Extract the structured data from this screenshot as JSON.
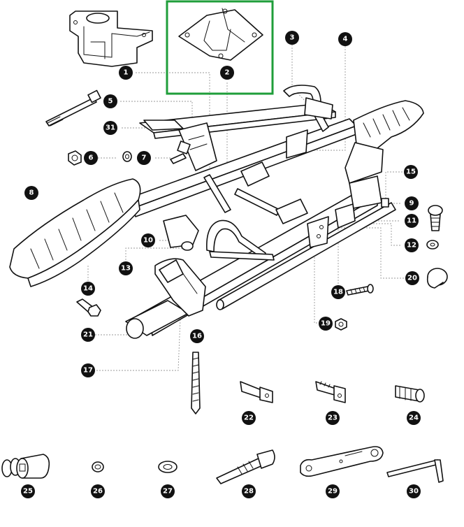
{
  "highlight_color": "#1f9e3a",
  "highlighted_part": "2",
  "callouts": [
    "1",
    "2",
    "3",
    "4",
    "5",
    "6",
    "7",
    "8",
    "9",
    "10",
    "11",
    "12",
    "13",
    "14",
    "15",
    "16",
    "17",
    "18",
    "19",
    "20",
    "21",
    "22",
    "23",
    "24",
    "25",
    "26",
    "27",
    "28",
    "29",
    "30",
    "31"
  ]
}
